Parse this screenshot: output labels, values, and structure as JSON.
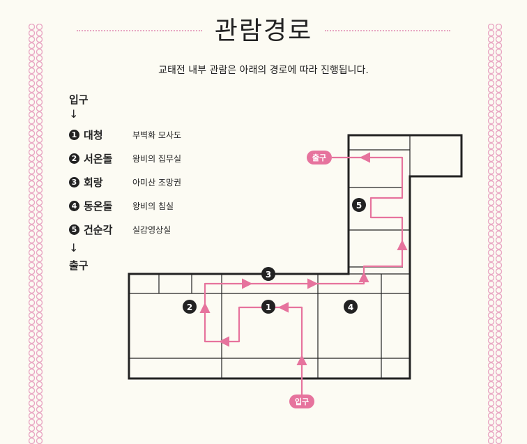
{
  "title": "관람경로",
  "subtitle": "교태전 내부 관람은 아래의 경로에 따라 진행됩니다.",
  "legend": {
    "entrance": "입구",
    "down_arrow": "↓",
    "exit": "출구",
    "items": [
      {
        "num": "1",
        "room": "대청",
        "desc": "부벽화 모사도"
      },
      {
        "num": "2",
        "room": "서온돌",
        "desc": "왕비의 집무실"
      },
      {
        "num": "3",
        "room": "회랑",
        "desc": "아미산 조망권"
      },
      {
        "num": "4",
        "room": "동온돌",
        "desc": "왕비의 침실"
      },
      {
        "num": "5",
        "room": "건순각",
        "desc": "실감영상실"
      }
    ]
  },
  "plan": {
    "entrance_tag": "입구",
    "exit_tag": "출구",
    "markers": [
      "1",
      "2",
      "3",
      "4",
      "5"
    ]
  },
  "colors": {
    "route": "#e6739d",
    "border": "#e9a8c4",
    "wall": "#222222"
  }
}
